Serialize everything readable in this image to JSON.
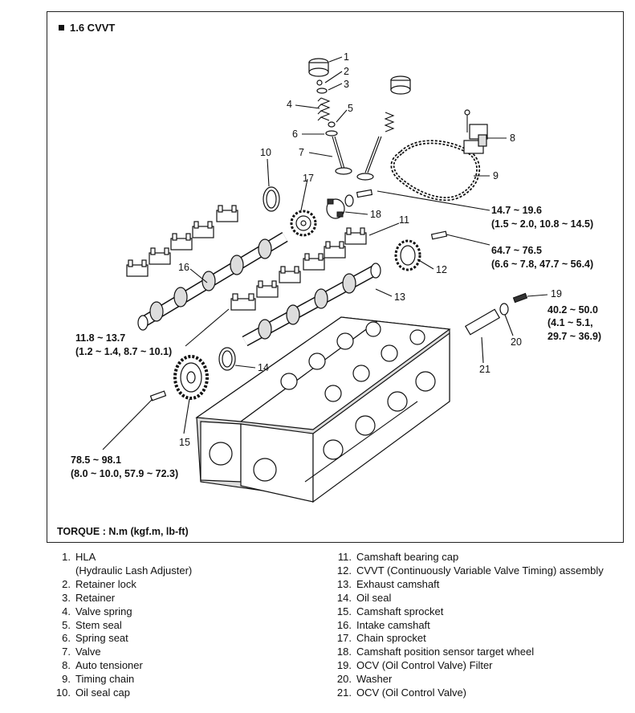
{
  "title": "1.6 CVVT",
  "torque_note": "TORQUE : N.m (kgf.m, lb-ft)",
  "callouts": [
    "1",
    "2",
    "3",
    "4",
    "5",
    "6",
    "7",
    "8",
    "9",
    "10",
    "11",
    "12",
    "13",
    "14",
    "15",
    "16",
    "17",
    "18",
    "19",
    "20",
    "21"
  ],
  "specs": {
    "s1": [
      "14.7 ~ 19.6",
      "(1.5 ~ 2.0, 10.8 ~ 14.5)"
    ],
    "s2": [
      "64.7 ~ 76.5",
      "(6.6 ~ 7.8, 47.7 ~ 56.4)"
    ],
    "s3": [
      "40.2 ~ 50.0",
      "(4.1 ~ 5.1,",
      "29.7 ~ 36.9)"
    ],
    "s4": [
      "11.8 ~ 13.7",
      "(1.2 ~ 1.4, 8.7 ~ 10.1)"
    ],
    "s5": [
      "78.5 ~ 98.1",
      "(8.0 ~ 10.0, 57.9 ~ 72.3)"
    ]
  },
  "legend_left": [
    {
      "num": "1.",
      "text": "HLA",
      "sub": "(Hydraulic Lash Adjuster)"
    },
    {
      "num": "2.",
      "text": "Retainer lock"
    },
    {
      "num": "3.",
      "text": "Retainer"
    },
    {
      "num": "4.",
      "text": "Valve spring"
    },
    {
      "num": "5.",
      "text": "Stem seal"
    },
    {
      "num": "6.",
      "text": "Spring seat"
    },
    {
      "num": "7.",
      "text": "Valve"
    },
    {
      "num": "8.",
      "text": "Auto tensioner"
    },
    {
      "num": "9.",
      "text": "Timing chain"
    },
    {
      "num": "10.",
      "text": "Oil seal cap"
    }
  ],
  "legend_right": [
    {
      "num": "11.",
      "text": "Camshaft bearing cap"
    },
    {
      "num": "12.",
      "text": "CVVT (Continuously Variable Valve Timing) assembly"
    },
    {
      "num": "13.",
      "text": "Exhaust camshaft"
    },
    {
      "num": "14.",
      "text": "Oil seal"
    },
    {
      "num": "15.",
      "text": "Camshaft sprocket"
    },
    {
      "num": "16.",
      "text": "Intake camshaft"
    },
    {
      "num": "17.",
      "text": "Chain sprocket"
    },
    {
      "num": "18.",
      "text": "Camshaft position sensor target wheel"
    },
    {
      "num": "19.",
      "text": "OCV (Oil Control Valve) Filter"
    },
    {
      "num": "20.",
      "text": "Washer"
    },
    {
      "num": "21.",
      "text": "OCV (Oil Control Valve)"
    }
  ]
}
